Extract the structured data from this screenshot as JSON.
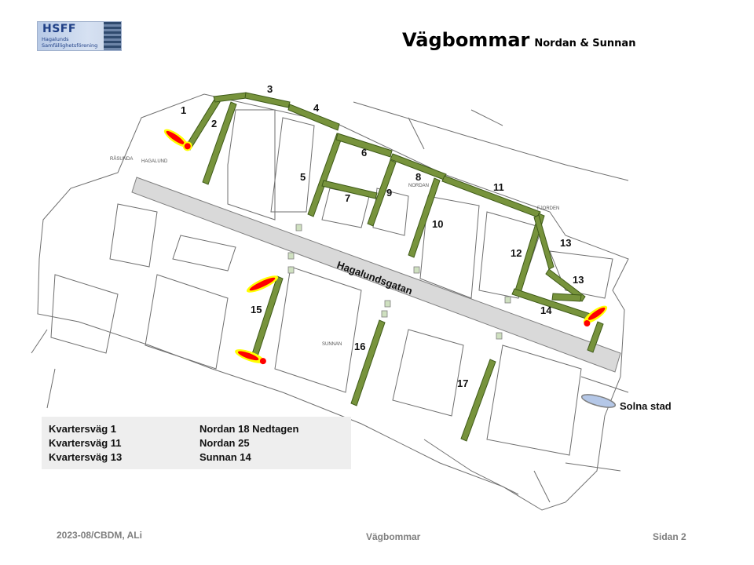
{
  "header": {
    "logo_brand": "HSFF",
    "logo_line1": "Hagalunds",
    "logo_line2": "Samfällighetsförening",
    "title": "Vägbommar",
    "subtitle": "Nordan & Sunnan"
  },
  "map": {
    "street_name": "Hagalundsgatan",
    "solna_label": "Solna stad",
    "road_numbers": [
      "1",
      "2",
      "3",
      "4",
      "5",
      "6",
      "7",
      "8",
      "9",
      "10",
      "11",
      "12",
      "13",
      "13",
      "14",
      "15",
      "16",
      "17"
    ],
    "place_labels": {
      "rasunda": "RÅSUNDA",
      "hagalund": "HAGALUND",
      "nordan": "NORDAN",
      "sunnan": "SUNNAN",
      "fjorden": "FJORDEN"
    },
    "colors": {
      "road": "#77933c",
      "barrier": "#ff0000",
      "barrier_glow": "#ffff00",
      "street": "#d9d9d9"
    }
  },
  "legend": {
    "left": [
      "Kvartersväg 1",
      "Kvartersväg 11",
      "Kvartersväg 13"
    ],
    "right": [
      "Nordan 18 Nedtagen",
      "Nordan 25",
      "Sunnan 14"
    ]
  },
  "footer": {
    "left": "2023-08/CBDM, ALi",
    "center": "Vägbommar",
    "right": "Sidan 2"
  }
}
